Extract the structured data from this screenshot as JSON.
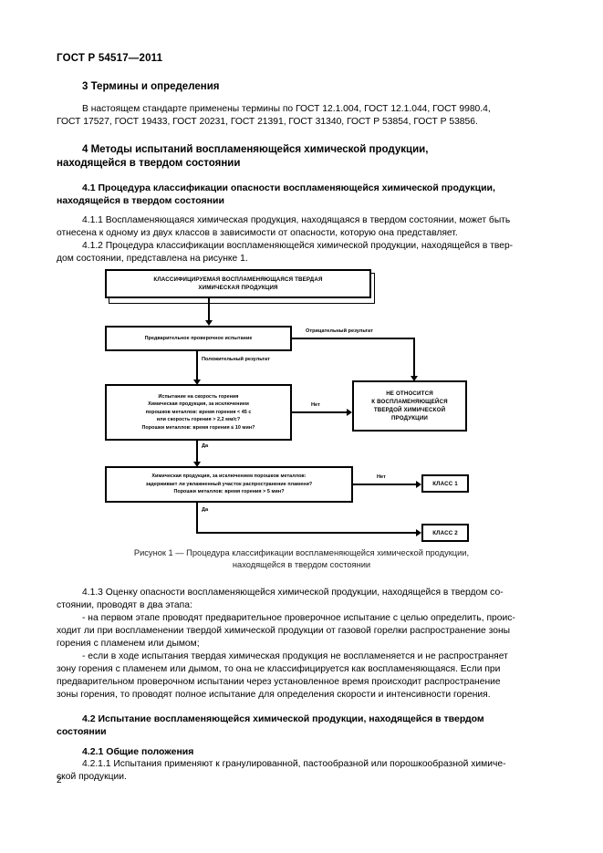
{
  "header": {
    "standard_code": "ГОСТ Р 54517—2011"
  },
  "sections": {
    "s3_title": "3 Термины и определения",
    "s3_p1_line1": "В настоящем стандарте применены термины по ГОСТ 12.1.004, ГОСТ 12.1.044, ГОСТ 9980.4,",
    "s3_p1_line2": "ГОСТ 17527, ГОСТ 19433, ГОСТ 20231, ГОСТ 21391, ГОСТ 31340, ГОСТ Р 53854, ГОСТ Р 53856.",
    "s4_title_line1": "4 Методы испытаний воспламеняющейся химической продукции,",
    "s4_title_line2": "находящейся в твердом состоянии",
    "s41_title_line1": "4.1 Процедура классификации опасности воспламеняющейся химической продукции,",
    "s41_title_line2": "находящейся в твердом состоянии",
    "s411_line1": "4.1.1 Воспламеняющаяся химическая продукция, находящаяся в твердом состоянии, может быть",
    "s411_line2": "отнесена к одному из двух классов в зависимости от опасности, которую она представляет.",
    "s412_line1": "4.1.2 Процедура классификации воспламеняющейся химической продукции, находящейся в твер-",
    "s412_line2": "дом состоянии, представлена на рисунке 1.",
    "s413_line1": "4.1.3 Оценку опасности воспламеняющейся химической продукции, находящейся в твердом со-",
    "s413_line2": "стоянии, проводят в два этапа:",
    "bullet1_line1": "- на первом этапе проводят предварительное проверочное испытание с целью определить, проис-",
    "bullet1_line2": "ходит ли при воспламенении твердой химической продукции от газовой горелки распространение зоны",
    "bullet1_line3": "горения с пламенем или дымом;",
    "bullet2_line1": "- если в ходе испытания твердая химическая продукция не воспламеняется и не распространяет",
    "bullet2_line2": "зону горения с пламенем или дымом, то она не классифицируется как воспламеняющаяся. Если при",
    "bullet2_line3": "предварительном проверочном испытании через установленное время происходит распространение",
    "bullet2_line4": "зоны горения, то проводят полное испытание для определения скорости и интенсивности горения.",
    "s42_title_line1": "4.2 Испытание воспламеняющейся химической продукции, находящейся в твердом",
    "s42_title_line2": "состоянии",
    "s421_title": "4.2.1 Общие положения",
    "s4211_line1": "4.2.1.1 Испытания применяют к гранулированной, пастообразной или порошкообразной химиче-",
    "s4211_line2": "ской продукции."
  },
  "figure": {
    "caption_line1": "Рисунок 1 — Процедура классификации воспламеняющейся химической продукции,",
    "caption_line2": "находящейся в твердом состоянии",
    "boxes": {
      "start_line1": "КЛАССИФИЦИРУЕМАЯ ВОСПЛАМЕНЯЮЩАЯСЯ ТВЕРДАЯ",
      "start_line2": "ХИМИЧЕСКАЯ ПРОДУКЦИЯ",
      "prescreen": "Предварительное проверочное испытание",
      "burnrate_line1": "Испытание на скорость горения",
      "burnrate_line2": "Химическая продукция, за исключением",
      "burnrate_line3": "порошков металлов: время горения < 45 с",
      "burnrate_line4": "или скорость горения > 2,2 мм/с?",
      "burnrate_line5": "Порошки металлов: время горения ≤ 10 мин?",
      "wetzone_line1": "Химическая продукция, за исключением порошков металлов:",
      "wetzone_line2": "задерживает ли увлажненный участок распространение пламени?",
      "wetzone_line3": "Порошки металлов: время горения > 5 мин?",
      "notflammable_line1": "НЕ ОТНОСИТСЯ",
      "notflammable_line2": "К ВОСПЛАМЕНЯЮЩЕЙСЯ",
      "notflammable_line3": "ТВЕРДОЙ ХИМИЧЕСКОЙ",
      "notflammable_line4": "ПРОДУКЦИИ",
      "class1": "КЛАСС 1",
      "class2": "КЛАСС 2"
    },
    "edge_labels": {
      "negative_result": "Отрицательный результат",
      "positive_result": "Положительный результат",
      "no_1": "Нет",
      "yes_1": "Да",
      "no_2": "Нет",
      "yes_2": "Да"
    }
  },
  "footer": {
    "page_number": "2"
  }
}
